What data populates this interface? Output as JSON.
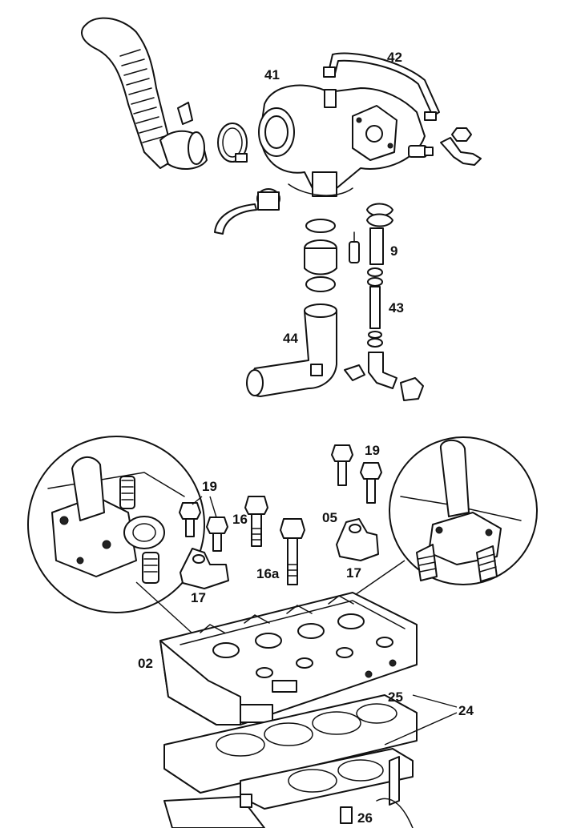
{
  "labels": {
    "l41": "41",
    "l42": "42",
    "l9": "9",
    "l43": "43",
    "l44": "44",
    "l19a": "19",
    "l19b": "19",
    "l16": "16",
    "l05": "05",
    "l16a": "16a",
    "l17a": "17",
    "l17b": "17",
    "l02": "02",
    "l25": "25",
    "l24": "24",
    "l26": "26"
  },
  "colors": {
    "line": "#111111",
    "background": "#ffffff"
  }
}
